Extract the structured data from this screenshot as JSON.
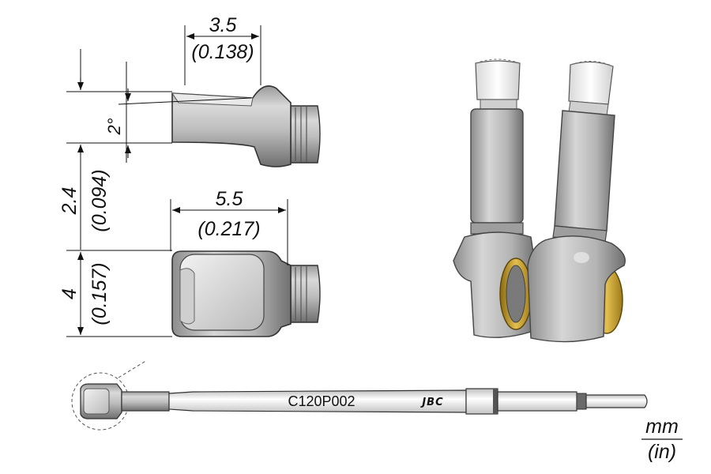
{
  "dimensions": {
    "tip_length": {
      "mm": "3.5",
      "in": "(0.138)"
    },
    "tip_angle": "2°",
    "tip_thickness": {
      "mm": "2.4",
      "in": "(0.094)"
    },
    "tip_width_top": {
      "mm": "5.5",
      "in": "(0.217)"
    },
    "tip_width_side": {
      "mm": "4",
      "in": "(0.157)"
    }
  },
  "cartridge": {
    "part_number": "C120P002",
    "brand": "JBC"
  },
  "units": {
    "primary": "mm",
    "secondary": "(in)"
  }
}
